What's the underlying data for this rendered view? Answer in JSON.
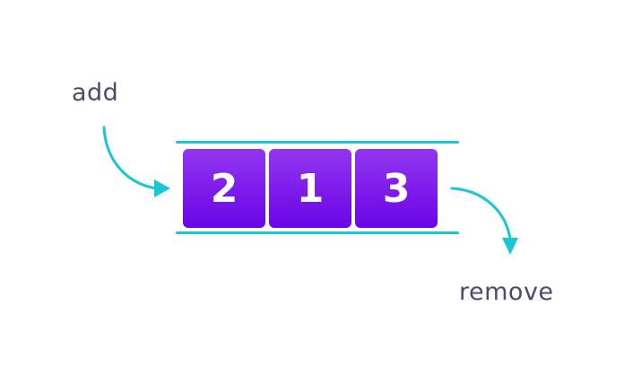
{
  "labels": {
    "add": "add",
    "remove": "remove"
  },
  "queue": {
    "items": [
      "2",
      "1",
      "3"
    ]
  },
  "colors": {
    "accent": "#18c6d6",
    "box_top": "#9336f0",
    "box_bottom": "#6a05e6",
    "label_text": "#4b4a6e",
    "box_text": "#ffffff"
  }
}
